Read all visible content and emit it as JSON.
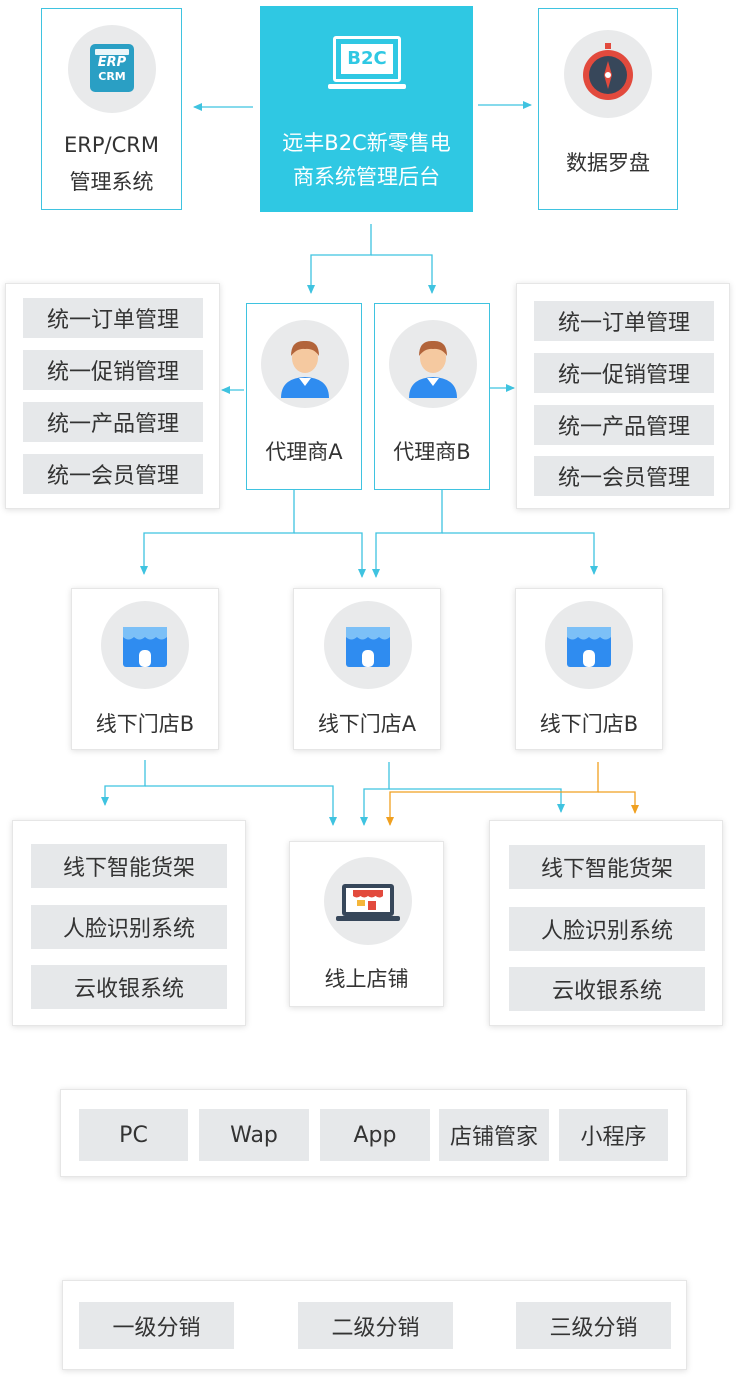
{
  "top": {
    "erp_logo_line1": "ERP",
    "erp_logo_line2": "CRM",
    "erp_label_line1": "ERP/CRM",
    "erp_label_line2": "管理系统",
    "b2c_logo": "B2C",
    "b2c_label_line1": "远丰B2C新零售电",
    "b2c_label_line2": "商系统管理后台",
    "compass_label": "数据罗盘"
  },
  "agents": {
    "agent_a": "代理商A",
    "agent_b": "代理商B",
    "left_features": [
      "统一订单管理",
      "统一促销管理",
      "统一产品管理",
      "统一会员管理"
    ],
    "right_features": [
      "统一订单管理",
      "统一促销管理",
      "统一产品管理",
      "统一会员管理"
    ]
  },
  "stores": {
    "store_left": "线下门店B",
    "store_middle": "线下门店A",
    "store_right": "线下门店B"
  },
  "systems": {
    "left": [
      "线下智能货架",
      "人脸识别系统",
      "云收银系统"
    ],
    "right": [
      "线下智能货架",
      "人脸识别系统",
      "云收银系统"
    ],
    "online_store": "线上店铺"
  },
  "channels": [
    "PC",
    "Wap",
    "App",
    "店铺管家",
    "小程序"
  ],
  "distribution": [
    "一级分销",
    "二级分销",
    "三级分销"
  ],
  "colors": {
    "brand_cyan": "#2fc8e3",
    "connector_blue": "#3fc3e0",
    "connector_orange": "#f0a020",
    "pill_gray": "#e6e8ea",
    "store_icon_blue": "#2f8cf0"
  }
}
